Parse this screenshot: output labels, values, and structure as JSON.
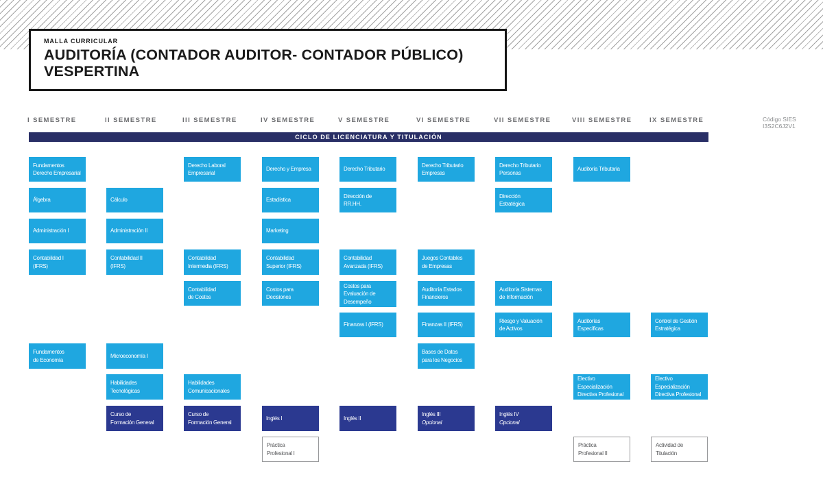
{
  "header": {
    "eyebrow": "MALLA CURRICULAR",
    "title_line1": "AUDITORÍA (CONTADOR AUDITOR- CONTADOR PÚBLICO)",
    "title_line2": "VESPERTINA",
    "code_label": "Código SIES",
    "code_value": "I3S2C6J2V1"
  },
  "banner": {
    "label": "CICLO DE LICENCIATURA Y TITULACIÓN"
  },
  "semesters": [
    "I SEMESTRE",
    "II SEMESTRE",
    "III SEMESTRE",
    "IV SEMESTRE",
    "V SEMESTRE",
    "VI SEMESTRE",
    "VII SEMESTRE",
    "VIII SEMESTRE",
    "IX SEMESTRE"
  ],
  "colors": {
    "course_blue": "#1fa7e0",
    "course_navy": "#2b3990",
    "banner_navy": "#292f66"
  },
  "courses": [
    {
      "semester": 1,
      "row": 1,
      "type": "blue",
      "lines": [
        "Fundamentos",
        "Derecho Empresarial"
      ]
    },
    {
      "semester": 1,
      "row": 2,
      "type": "blue",
      "lines": [
        "Álgebra"
      ]
    },
    {
      "semester": 1,
      "row": 3,
      "type": "blue",
      "lines": [
        "Administración I"
      ]
    },
    {
      "semester": 1,
      "row": 4,
      "type": "blue",
      "lines": [
        "Contabilidad I",
        "(IFRS)"
      ]
    },
    {
      "semester": 1,
      "row": 7,
      "type": "blue",
      "lines": [
        "Fundamentos",
        "de Economía"
      ]
    },
    {
      "semester": 2,
      "row": 2,
      "type": "blue",
      "lines": [
        "Cálculo"
      ]
    },
    {
      "semester": 2,
      "row": 3,
      "type": "blue",
      "lines": [
        "Administración II"
      ]
    },
    {
      "semester": 2,
      "row": 4,
      "type": "blue",
      "lines": [
        "Contabilidad II",
        "(IFRS)"
      ]
    },
    {
      "semester": 2,
      "row": 7,
      "type": "blue",
      "lines": [
        "Microeconomía I"
      ]
    },
    {
      "semester": 2,
      "row": 8,
      "type": "blue",
      "lines": [
        "Habilidades",
        "Tecnológicas"
      ]
    },
    {
      "semester": 2,
      "row": 9,
      "type": "navy",
      "lines": [
        "Curso de",
        "Formación General"
      ]
    },
    {
      "semester": 3,
      "row": 1,
      "type": "blue",
      "lines": [
        "Derecho Laboral",
        "Empresarial"
      ]
    },
    {
      "semester": 3,
      "row": 4,
      "type": "blue",
      "lines": [
        "Contabilidad",
        "Intermedia (IFRS)"
      ]
    },
    {
      "semester": 3,
      "row": 5,
      "type": "blue",
      "lines": [
        "Contabilidad",
        "de Costos"
      ]
    },
    {
      "semester": 3,
      "row": 8,
      "type": "blue",
      "lines": [
        "Habilidades",
        "Comunicacionales"
      ]
    },
    {
      "semester": 3,
      "row": 9,
      "type": "navy",
      "lines": [
        "Curso de",
        "Formación General"
      ]
    },
    {
      "semester": 4,
      "row": 1,
      "type": "blue",
      "lines": [
        "Derecho y Empresa"
      ]
    },
    {
      "semester": 4,
      "row": 2,
      "type": "blue",
      "lines": [
        "Estadística"
      ]
    },
    {
      "semester": 4,
      "row": 3,
      "type": "blue",
      "lines": [
        "Marketing"
      ]
    },
    {
      "semester": 4,
      "row": 4,
      "type": "blue",
      "lines": [
        "Contabilidad",
        "Superior (IFRS)"
      ]
    },
    {
      "semester": 4,
      "row": 5,
      "type": "blue",
      "lines": [
        "Costos para",
        "Decisiones"
      ]
    },
    {
      "semester": 4,
      "row": 9,
      "type": "navy",
      "lines": [
        "Inglés I"
      ]
    },
    {
      "semester": 4,
      "row": 10,
      "type": "white",
      "lines": [
        "Práctica",
        "Profesional I"
      ]
    },
    {
      "semester": 5,
      "row": 1,
      "type": "blue",
      "lines": [
        "Derecho Tributario"
      ]
    },
    {
      "semester": 5,
      "row": 2,
      "type": "blue",
      "lines": [
        "Dirección de",
        "RR.HH."
      ]
    },
    {
      "semester": 5,
      "row": 4,
      "type": "blue",
      "lines": [
        "Contabilidad",
        "Avanzada (IFRS)"
      ]
    },
    {
      "semester": 5,
      "row": 5,
      "type": "blue",
      "h": 38,
      "lines": [
        "Costos para",
        "Evaluación de",
        "Desempeño"
      ]
    },
    {
      "semester": 5,
      "row": 6,
      "type": "blue",
      "lines": [
        "Finanzas I (IFRS)"
      ]
    },
    {
      "semester": 5,
      "row": 9,
      "type": "navy",
      "lines": [
        "Inglés II"
      ]
    },
    {
      "semester": 6,
      "row": 1,
      "type": "blue",
      "lines": [
        "Derecho Tributario",
        "Empresas"
      ]
    },
    {
      "semester": 6,
      "row": 4,
      "type": "blue",
      "lines": [
        "Juegos Contables",
        "de Empresas"
      ]
    },
    {
      "semester": 6,
      "row": 5,
      "type": "blue",
      "lines": [
        "Auditoría Estados",
        "Financieros"
      ]
    },
    {
      "semester": 6,
      "row": 6,
      "type": "blue",
      "lines": [
        "Finanzas II (IFRS)"
      ]
    },
    {
      "semester": 6,
      "row": 7,
      "type": "blue",
      "lines": [
        "Bases de Datos",
        "para los Negocios"
      ]
    },
    {
      "semester": 6,
      "row": 9,
      "type": "navy",
      "lines": [
        "Inglés III",
        {
          "text": "Opcional",
          "italic": true
        }
      ]
    },
    {
      "semester": 7,
      "row": 1,
      "type": "blue",
      "lines": [
        "Derecho Tributario",
        "Personas"
      ]
    },
    {
      "semester": 7,
      "row": 2,
      "type": "blue",
      "lines": [
        "Dirección",
        "Estratégica"
      ]
    },
    {
      "semester": 7,
      "row": 5,
      "type": "blue",
      "lines": [
        "Auditoría Sistemas",
        "de Información"
      ]
    },
    {
      "semester": 7,
      "row": 6,
      "type": "blue",
      "lines": [
        "Riesgo y Valuación",
        "de Activos"
      ]
    },
    {
      "semester": 7,
      "row": 9,
      "type": "navy",
      "lines": [
        "Inglés IV",
        {
          "text": "Opcional",
          "italic": true
        }
      ]
    },
    {
      "semester": 8,
      "row": 1,
      "type": "blue",
      "lines": [
        "Auditoría Tributaria"
      ]
    },
    {
      "semester": 8,
      "row": 6,
      "type": "blue",
      "lines": [
        "Auditorías",
        "Específicas"
      ]
    },
    {
      "semester": 8,
      "row": 8,
      "type": "blue",
      "lines": [
        "Electivo",
        "Especialización",
        "Directiva Profesional"
      ]
    },
    {
      "semester": 8,
      "row": 10,
      "type": "white",
      "lines": [
        "Práctica",
        "Profesional II"
      ]
    },
    {
      "semester": 9,
      "row": 6,
      "type": "blue",
      "lines": [
        "Control de Gestión",
        "Estratégica"
      ]
    },
    {
      "semester": 9,
      "row": 8,
      "type": "blue",
      "lines": [
        "Electivo",
        "Especialización",
        "Directiva Profesional"
      ]
    },
    {
      "semester": 9,
      "row": 10,
      "type": "white",
      "lines": [
        "Actividad de",
        "Titulación"
      ]
    }
  ]
}
